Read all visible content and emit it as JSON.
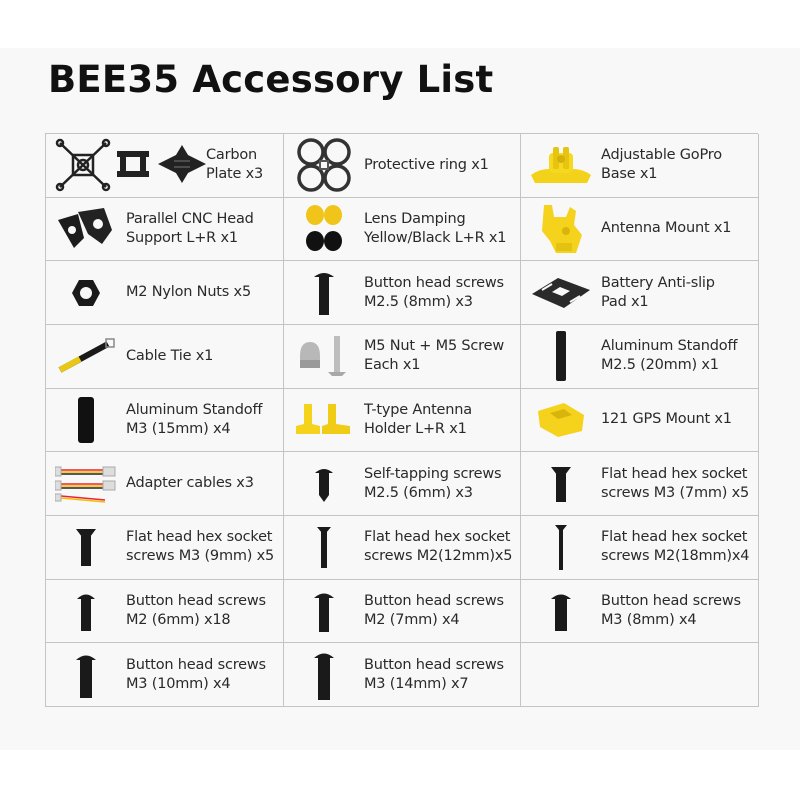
{
  "title": "BEE35 Accessory List",
  "colors": {
    "accent_yellow": "#f5d21c",
    "part_black": "#1a1a1a",
    "border": "#c4c4c4",
    "band": "#f8f8f8"
  },
  "items": [
    {
      "label": "Carbon\nPlate x3",
      "icon": "carbon-plate-icon"
    },
    {
      "label": "Protective ring x1",
      "icon": "protective-ring-icon"
    },
    {
      "label": "Adjustable GoPro\nBase x1",
      "icon": "gopro-base-icon"
    },
    {
      "label": "Parallel CNC Head\nSupport L+R x1",
      "icon": "cnc-head-support-icon"
    },
    {
      "label": "Lens Damping\nYellow/Black L+R x1",
      "icon": "lens-damping-icon"
    },
    {
      "label": "Antenna Mount x1",
      "icon": "antenna-mount-icon"
    },
    {
      "label": "M2 Nylon Nuts x5",
      "icon": "nylon-nut-icon"
    },
    {
      "label": "Button head screws\nM2.5 (8mm)  x3",
      "icon": "button-head-screw-icon"
    },
    {
      "label": "Battery Anti-slip\nPad x1",
      "icon": "battery-pad-icon"
    },
    {
      "label": "Cable Tie x1",
      "icon": "cable-tie-icon"
    },
    {
      "label": "M5 Nut + M5 Screw\nEach x1",
      "icon": "m5-nut-screw-icon"
    },
    {
      "label": "Aluminum Standoff\nM2.5 (20mm) x1",
      "icon": "standoff-icon"
    },
    {
      "label": "Aluminum Standoff\nM3 (15mm) x4",
      "icon": "standoff-icon"
    },
    {
      "label": "T-type Antenna\nHolder L+R x1",
      "icon": "t-antenna-holder-icon"
    },
    {
      "label": "121 GPS Mount x1",
      "icon": "gps-mount-icon"
    },
    {
      "label": "Adapter cables x3",
      "icon": "adapter-cables-icon"
    },
    {
      "label": "Self-tapping screws\nM2.5 (6mm) x3",
      "icon": "self-tapping-screw-icon"
    },
    {
      "label": "Flat head hex socket\nscrews M3 (7mm) x5",
      "icon": "flat-head-screw-icon"
    },
    {
      "label": "Flat head hex socket\nscrews M3 (9mm) x5",
      "icon": "flat-head-screw-icon"
    },
    {
      "label": "Flat head hex socket\nscrews M2(12mm)x5",
      "icon": "flat-head-screw-icon"
    },
    {
      "label": "Flat head hex socket\nscrews M2(18mm)x4",
      "icon": "flat-head-screw-icon"
    },
    {
      "label": "Button head screws\nM2 (6mm) x18",
      "icon": "button-head-screw-icon"
    },
    {
      "label": "Button head screws\nM2 (7mm) x4",
      "icon": "button-head-screw-icon"
    },
    {
      "label": "Button head screws\nM3 (8mm) x4",
      "icon": "button-head-screw-icon"
    },
    {
      "label": "Button head screws\nM3 (10mm) x4",
      "icon": "button-head-screw-icon"
    },
    {
      "label": "Button head screws\nM3 (14mm) x7",
      "icon": "button-head-screw-icon"
    },
    {
      "label": "",
      "icon": ""
    }
  ]
}
